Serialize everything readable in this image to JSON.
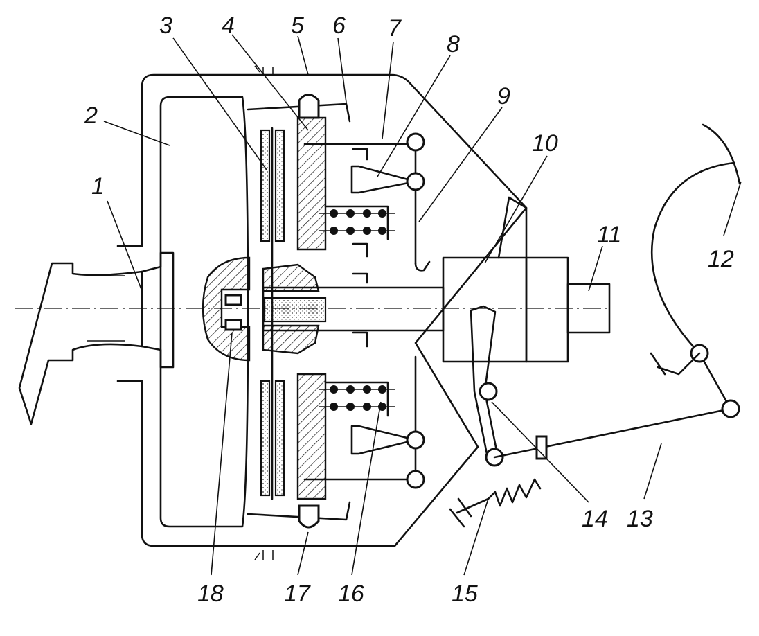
{
  "callouts": [
    "1",
    "2",
    "3",
    "4",
    "5",
    "6",
    "7",
    "8",
    "9",
    "10",
    "11",
    "12",
    "13",
    "14",
    "15",
    "16",
    "17",
    "18"
  ],
  "colors": {
    "ink": "#111111",
    "paper": "#ffffff"
  }
}
